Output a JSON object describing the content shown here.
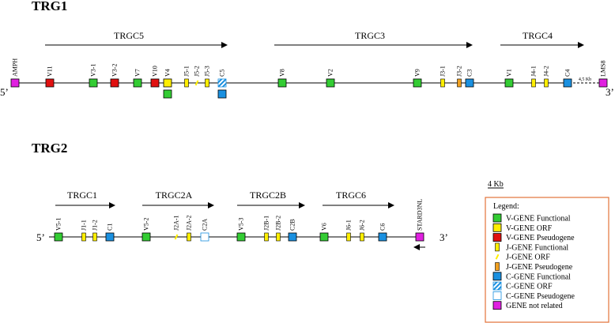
{
  "locus1": {
    "title": "TRG1",
    "five_prime": "5’",
    "three_prime": "3’",
    "clusters": [
      {
        "label": "TRGC5"
      },
      {
        "label": "TRGC3"
      },
      {
        "label": "TRGC4"
      }
    ],
    "gap_label": "4,5 Kb",
    "genes": [
      {
        "name": "AMPH",
        "type": "unrelated"
      },
      {
        "name": "V11",
        "type": "v_pseudo"
      },
      {
        "name": "V3-1",
        "type": "v_functional"
      },
      {
        "name": "V3-2",
        "type": "v_pseudo"
      },
      {
        "name": "V7",
        "type": "v_functional"
      },
      {
        "name": "V10",
        "type": "v_pseudo"
      },
      {
        "name": "V4",
        "type": "v_orf",
        "alt_type": "v_functional"
      },
      {
        "name": "J5-1",
        "type": "j_functional"
      },
      {
        "name": "J5-2",
        "type": "j_orf"
      },
      {
        "name": "J5-3",
        "type": "j_functional"
      },
      {
        "name": "C5",
        "type": "c_orf",
        "alt_type": "c_functional"
      },
      {
        "name": "V8",
        "type": "v_functional"
      },
      {
        "name": "V2",
        "type": "v_functional"
      },
      {
        "name": "V9",
        "type": "v_functional"
      },
      {
        "name": "J3-1",
        "type": "j_functional"
      },
      {
        "name": "J3-2",
        "type": "j_pseudo"
      },
      {
        "name": "C3",
        "type": "c_functional"
      },
      {
        "name": "V1",
        "type": "v_functional"
      },
      {
        "name": "J4-1",
        "type": "j_functional"
      },
      {
        "name": "J4-2",
        "type": "j_functional"
      },
      {
        "name": "C4",
        "type": "c_functional"
      },
      {
        "name": "LMS8",
        "type": "unrelated"
      }
    ]
  },
  "locus2": {
    "title": "TRG2",
    "five_prime": "5’",
    "three_prime": "3’",
    "clusters": [
      {
        "label": "TRGC1"
      },
      {
        "label": "TRGC2A"
      },
      {
        "label": "TRGC2B"
      },
      {
        "label": "TRGC6"
      }
    ],
    "genes": [
      {
        "name": "V5-1",
        "type": "v_functional"
      },
      {
        "name": "J1-1",
        "type": "j_functional"
      },
      {
        "name": "J1-2",
        "type": "j_functional"
      },
      {
        "name": "C1",
        "type": "c_functional"
      },
      {
        "name": "V5-2",
        "type": "v_functional"
      },
      {
        "name": "J2A-1",
        "type": "j_orf"
      },
      {
        "name": "J2A-2",
        "type": "j_functional"
      },
      {
        "name": "C2A",
        "type": "c_pseudo"
      },
      {
        "name": "V5-3",
        "type": "v_functional"
      },
      {
        "name": "J2B-1",
        "type": "j_functional"
      },
      {
        "name": "J2B-2",
        "type": "j_functional"
      },
      {
        "name": "C2B",
        "type": "c_functional"
      },
      {
        "name": "V6",
        "type": "v_functional"
      },
      {
        "name": "J6-1",
        "type": "j_functional"
      },
      {
        "name": "J6-2",
        "type": "j_functional"
      },
      {
        "name": "C6",
        "type": "c_functional"
      },
      {
        "name": "STARD3NL",
        "type": "unrelated"
      }
    ]
  },
  "scale": {
    "label": "4 Kb"
  },
  "legend": {
    "title": "Legend:",
    "border_color": "#e2733a",
    "items": [
      {
        "type": "v_functional",
        "label": "V-GENE Functional"
      },
      {
        "type": "v_orf",
        "label": "V-GENE ORF"
      },
      {
        "type": "v_pseudo",
        "label": "V-GENE Pseudogene"
      },
      {
        "type": "j_functional",
        "label": "J-GENE Functional"
      },
      {
        "type": "j_orf",
        "label": "J-GENE ORF"
      },
      {
        "type": "j_pseudo",
        "label": "J-GENE Pseudogene"
      },
      {
        "type": "c_functional",
        "label": "C-GENE Functional"
      },
      {
        "type": "c_orf",
        "label": "C-GENE ORF"
      },
      {
        "type": "c_pseudo",
        "label": "C-GENE Pseudogene"
      },
      {
        "type": "unrelated",
        "label": "GENE not related"
      }
    ]
  },
  "colors": {
    "v_functional": "#33cc33",
    "v_orf": "#ffee00",
    "v_pseudo": "#e01010",
    "j_functional": "#ffee00",
    "j_orf": "#ffee00",
    "j_pseudo": "#f0a020",
    "c_functional": "#1a90e0",
    "c_orf": "#1a90e0",
    "c_pseudo": "#ffffff",
    "unrelated": "#e020e0"
  }
}
